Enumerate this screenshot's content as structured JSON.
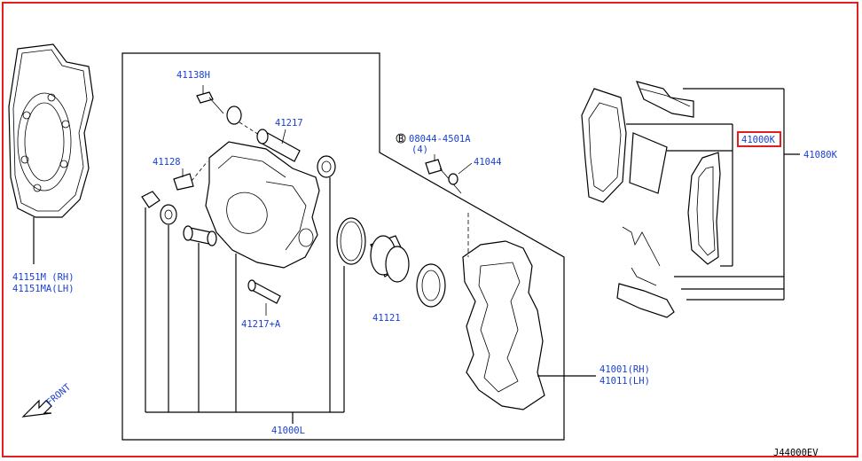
{
  "labels": {
    "l41151": "41151M  (RH)",
    "l41151a": "41151MA(LH)",
    "l41138": "41138H",
    "l41217": "41217",
    "l41128": "41128",
    "l41217a": "41217+A",
    "l08044": "08044-4501A",
    "l08044b": "B",
    "l08044q": "(4)",
    "l41044": "41044",
    "l41121": "41121",
    "l41001": "41001(RH)",
    "l41011": "41011(LH)",
    "l41000l": "41000L",
    "l41000k": "41000K",
    "l41080k": "41080K",
    "front": "FRONT",
    "code": "J44000EV"
  },
  "colors": {
    "label": "#1a3fd0",
    "frame": "#e02020",
    "highlight": "#e02020"
  }
}
